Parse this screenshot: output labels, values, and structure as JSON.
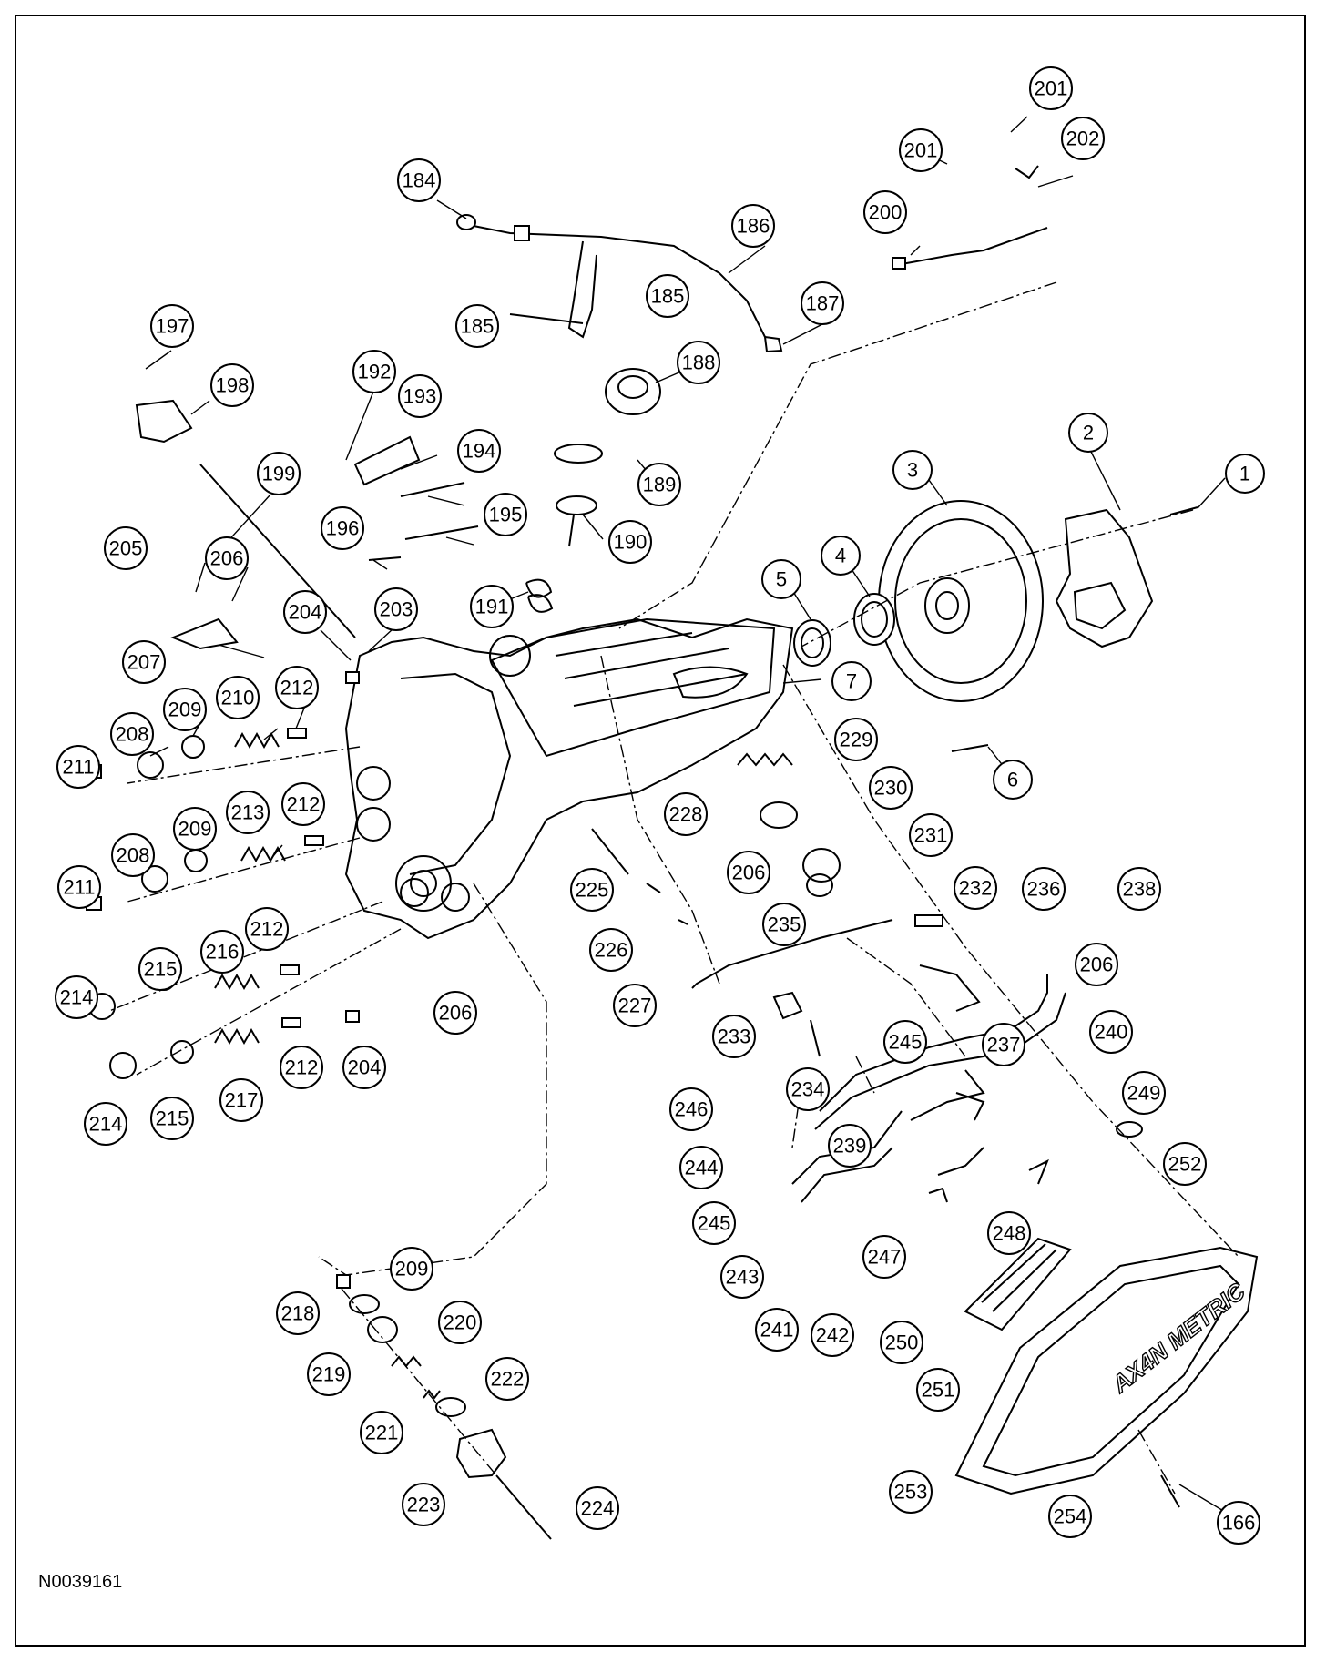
{
  "figure_id": "N0039161",
  "callouts": [
    {
      "label": "1"
    },
    {
      "label": "2"
    },
    {
      "label": "3"
    },
    {
      "label": "4"
    },
    {
      "label": "5"
    },
    {
      "label": "6"
    },
    {
      "label": "7"
    },
    {
      "label": "166"
    },
    {
      "label": "184"
    },
    {
      "label": "185"
    },
    {
      "label": "185"
    },
    {
      "label": "186"
    },
    {
      "label": "187"
    },
    {
      "label": "188"
    },
    {
      "label": "189"
    },
    {
      "label": "190"
    },
    {
      "label": "191"
    },
    {
      "label": "192"
    },
    {
      "label": "193"
    },
    {
      "label": "194"
    },
    {
      "label": "195"
    },
    {
      "label": "196"
    },
    {
      "label": "197"
    },
    {
      "label": "198"
    },
    {
      "label": "199"
    },
    {
      "label": "200"
    },
    {
      "label": "201"
    },
    {
      "label": "201"
    },
    {
      "label": "202"
    },
    {
      "label": "203"
    },
    {
      "label": "204"
    },
    {
      "label": "204"
    },
    {
      "label": "205"
    },
    {
      "label": "206"
    },
    {
      "label": "206"
    },
    {
      "label": "206"
    },
    {
      "label": "206"
    },
    {
      "label": "207"
    },
    {
      "label": "208"
    },
    {
      "label": "208"
    },
    {
      "label": "209"
    },
    {
      "label": "209"
    },
    {
      "label": "209"
    },
    {
      "label": "210"
    },
    {
      "label": "211"
    },
    {
      "label": "211"
    },
    {
      "label": "212"
    },
    {
      "label": "212"
    },
    {
      "label": "212"
    },
    {
      "label": "212"
    },
    {
      "label": "213"
    },
    {
      "label": "214"
    },
    {
      "label": "214"
    },
    {
      "label": "215"
    },
    {
      "label": "215"
    },
    {
      "label": "216"
    },
    {
      "label": "217"
    },
    {
      "label": "218"
    },
    {
      "label": "219"
    },
    {
      "label": "220"
    },
    {
      "label": "221"
    },
    {
      "label": "222"
    },
    {
      "label": "223"
    },
    {
      "label": "224"
    },
    {
      "label": "225"
    },
    {
      "label": "226"
    },
    {
      "label": "227"
    },
    {
      "label": "228"
    },
    {
      "label": "229"
    },
    {
      "label": "230"
    },
    {
      "label": "231"
    },
    {
      "label": "232"
    },
    {
      "label": "233"
    },
    {
      "label": "234"
    },
    {
      "label": "235"
    },
    {
      "label": "236"
    },
    {
      "label": "237"
    },
    {
      "label": "238"
    },
    {
      "label": "239"
    },
    {
      "label": "240"
    },
    {
      "label": "241"
    },
    {
      "label": "242"
    },
    {
      "label": "243"
    },
    {
      "label": "244"
    },
    {
      "label": "245"
    },
    {
      "label": "245"
    },
    {
      "label": "246"
    },
    {
      "label": "247"
    },
    {
      "label": "248"
    },
    {
      "label": "249"
    },
    {
      "label": "250"
    },
    {
      "label": "251"
    },
    {
      "label": "252"
    },
    {
      "label": "253"
    },
    {
      "label": "254"
    }
  ],
  "pan_marking": "AX4N METRIC"
}
